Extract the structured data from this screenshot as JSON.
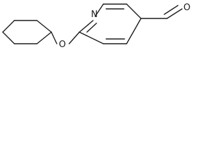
{
  "molecule": {
    "atoms": [
      {
        "id": "n1",
        "symbol": "N"
      },
      {
        "id": "o_ether",
        "symbol": "O"
      },
      {
        "id": "o_aldehyde",
        "symbol": "O"
      }
    ]
  }
}
